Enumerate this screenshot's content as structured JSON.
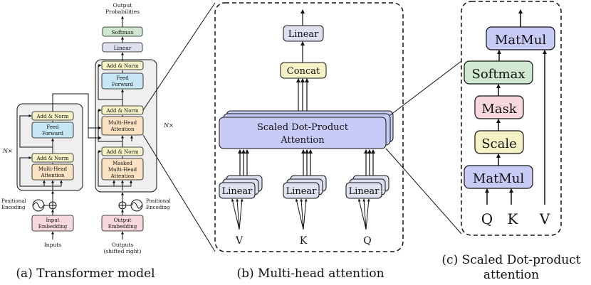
{
  "colors": {
    "embedding": "#f7d9dd",
    "attention": "#fbe2c3",
    "addnorm": "#f5f3c6",
    "feedforward": "#c6e6f3",
    "linear": "#dde0ee",
    "softmax": "#cfe8cf",
    "sdpa": "#c7cbf6",
    "mask": "#f7d9dd",
    "scale": "#f5f3c6",
    "matmul": "#c7cbf6",
    "stack_bg": "#efefef"
  },
  "transformer": {
    "output_probabilities_1": "Output",
    "output_probabilities_2": "Probabilities",
    "softmax": "Softmax",
    "linear": "Linear",
    "add_norm": "Add & Norm",
    "feed_forward_1": "Feed",
    "feed_forward_2": "Forward",
    "multi_head_1": "Multi-Head",
    "multi_head_2": "Attention",
    "masked_1": "Masked",
    "masked_2": "Multi-Head",
    "masked_3": "Attention",
    "nx": "N×",
    "positional_1": "Positional",
    "positional_2": "Encoding",
    "input_embedding_1": "Input",
    "input_embedding_2": "Embedding",
    "output_embedding_1": "Output",
    "output_embedding_2": "Embedding",
    "inputs": "Inputs",
    "outputs_1": "Outputs",
    "outputs_2": "(shifted right)"
  },
  "multihead": {
    "linear": "Linear",
    "concat": "Concat",
    "sdpa_1": "Scaled Dot-Product",
    "sdpa_2": "Attention",
    "v": "V",
    "k": "K",
    "q": "Q"
  },
  "sdpa": {
    "matmul": "MatMul",
    "softmax": "Softmax",
    "mask": "Mask",
    "scale": "Scale",
    "q": "Q",
    "k": "K",
    "v": "V"
  },
  "captions": {
    "a": "(a) Transformer model",
    "b": "(b) Multi-head attention",
    "c_1": "(c) Scaled Dot-product",
    "c_2": "attention"
  }
}
